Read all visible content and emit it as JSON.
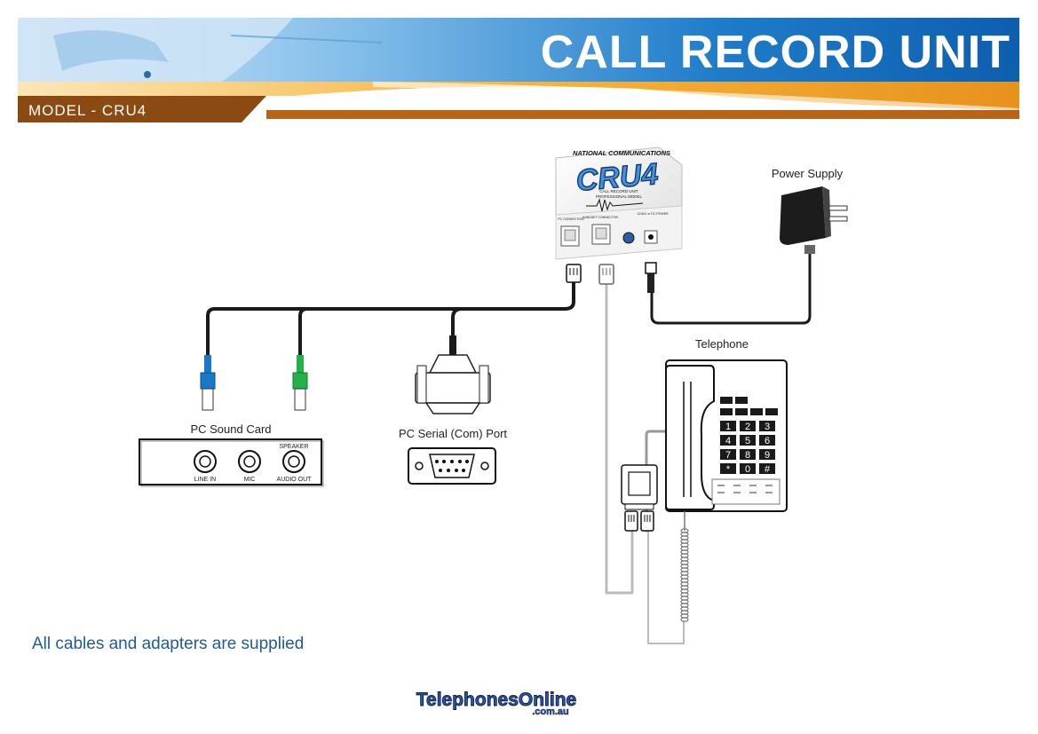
{
  "header": {
    "title": "CALL RECORD UNIT",
    "model": "MODEL - CRU4"
  },
  "device": {
    "brand": "NATIONAL COMMUNICATIONS",
    "logo": "CRU4",
    "subtitle_line1": "CALL RECORD UNIT",
    "subtitle_line2": "PROFESSIONAL MODEL",
    "port_pc": "PC CONNECTION",
    "port_handset": "HANDSET CONNECTOR",
    "port_power": "12VAC or DC POWER"
  },
  "labels": {
    "power_supply": "Power Supply",
    "telephone": "Telephone",
    "pc_sound_card": "PC Sound Card",
    "pc_serial_port": "PC Serial (Com) Port",
    "speaker": "SPEAKER",
    "line_in": "LINE IN",
    "mic": "MIC",
    "audio_out": "AUDIO OUT"
  },
  "keypad": [
    "1",
    "2",
    "3",
    "4",
    "5",
    "6",
    "7",
    "8",
    "9",
    "*",
    "0",
    "#"
  ],
  "footer": {
    "note": "All cables and adapters are supplied",
    "logo_main": "TelephonesOnline",
    "logo_sub": ".com.au"
  },
  "colors": {
    "header_blue": "#1a6fc0",
    "header_orange": "#f0a12a",
    "model_bar": "#8a4a12",
    "note_blue": "#1f5a9a",
    "jack_blue": "#1a78c8",
    "jack_green": "#22b24a"
  }
}
